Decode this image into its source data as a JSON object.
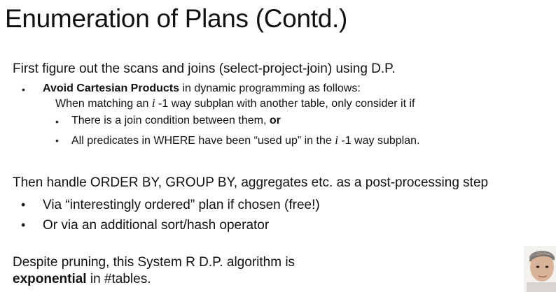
{
  "slide": {
    "title": "Enumeration of Plans (Contd.)",
    "section1": {
      "lead": "First figure out the scans and joins (select-project-join) using D.P.",
      "bullet": {
        "bold": "Avoid Cartesian Products",
        "rest": " in dynamic programming as follows:"
      },
      "sub_line": {
        "before": "When matching an ",
        "var": "i",
        "after": " -1 way subplan with another table, only consider it if"
      },
      "sub_bullets": [
        {
          "text": "There is a join condition between them, ",
          "bold": "or"
        },
        {
          "before": "All predicates in WHERE have been “used up” in the ",
          "var": "i",
          "after": " -1 way subplan."
        }
      ]
    },
    "section2": {
      "lead": "Then handle ORDER BY, GROUP BY, aggregates etc. as a post-processing step",
      "bullets": [
        "Via “interestingly ordered” plan if chosen (free!)",
        "Or via an additional sort/hash operator"
      ]
    },
    "section3": {
      "line1": "Despite pruning, this System R D.P. algorithm is",
      "bold": "exponential",
      "rest": " in #tables."
    }
  }
}
